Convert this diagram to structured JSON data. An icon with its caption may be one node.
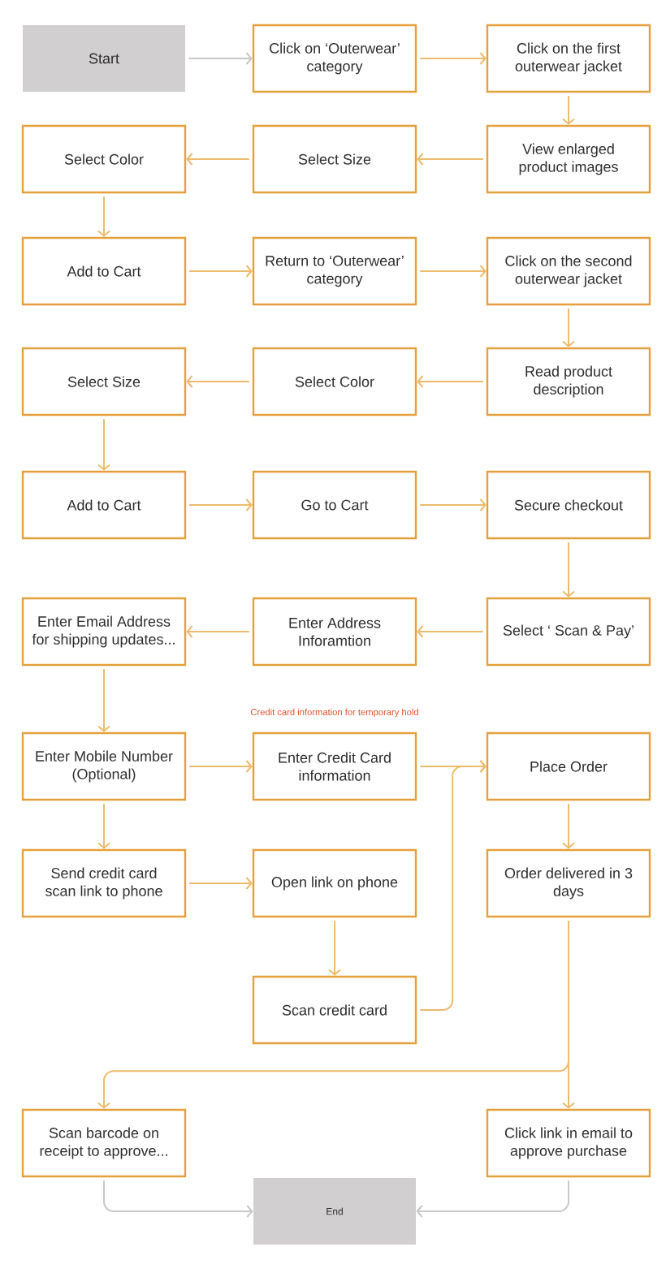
{
  "diagram": {
    "nodes": [
      {
        "text": [
          "Start"
        ]
      },
      {
        "text": [
          "Click on ‘Outerwear’ category"
        ]
      },
      {
        "text": [
          "Click on the first outerwear jacket"
        ]
      },
      {
        "text": [
          "Select Color"
        ]
      },
      {
        "text": [
          "Select Size"
        ]
      },
      {
        "text": [
          "View enlarged product images"
        ]
      },
      {
        "text": [
          "Add to Cart"
        ]
      },
      {
        "text": [
          "Return to ‘Outerwear’ category"
        ]
      },
      {
        "text": [
          "Click on the second outerwear jacket"
        ]
      },
      {
        "text": [
          "Select Size"
        ]
      },
      {
        "text": [
          "Select Color"
        ]
      },
      {
        "text": [
          "Read product description"
        ]
      },
      {
        "text": [
          "Add to Cart"
        ]
      },
      {
        "text": [
          "Go to Cart"
        ]
      },
      {
        "text": [
          "Secure checkout"
        ]
      },
      {
        "text": [
          "Enter Email Address for shipping updates..."
        ]
      },
      {
        "text": [
          "Enter Address Inforamtion"
        ]
      },
      {
        "text": [
          "Select ‘ Scan & Pay’"
        ]
      },
      {
        "text": [
          "Enter Mobile Number (Optional)"
        ]
      },
      {
        "text": [
          "Enter Credit Card information"
        ]
      },
      {
        "text": [
          "Place Order"
        ]
      },
      {
        "text": [
          "Send credit card scan link to phone"
        ]
      },
      {
        "text": [
          "Open link on phone"
        ]
      },
      {
        "text": [
          "Order delivered in 3 days"
        ]
      },
      {
        "text": [
          "Scan credit card"
        ]
      },
      {
        "text": [
          "Scan barcode on receipt to approve..."
        ]
      },
      {
        "text": [
          "Click link in email to approve purchase"
        ]
      },
      {
        "text": [
          "End"
        ]
      }
    ],
    "edges": [
      {
        "from": 0,
        "to": 1,
        "arrow": "to",
        "color": "#c8c8c8"
      },
      {
        "from": 1,
        "to": 2,
        "arrow": "to"
      },
      {
        "from": 2,
        "to": 5,
        "arrow": "to"
      },
      {
        "from": 5,
        "to": 4,
        "arrow": "to"
      },
      {
        "from": 4,
        "to": 3,
        "arrow": "to"
      },
      {
        "from": 3,
        "to": 6,
        "arrow": "to"
      },
      {
        "from": 6,
        "to": 7,
        "arrow": "to"
      },
      {
        "from": 7,
        "to": 8,
        "arrow": "to"
      },
      {
        "from": 8,
        "to": 11,
        "arrow": "to"
      },
      {
        "from": 11,
        "to": 10,
        "arrow": "to"
      },
      {
        "from": 10,
        "to": 9,
        "arrow": "to"
      },
      {
        "from": 9,
        "to": 12,
        "arrow": "to"
      },
      {
        "from": 12,
        "to": 13,
        "arrow": "to"
      },
      {
        "from": 13,
        "to": 14,
        "arrow": "to"
      },
      {
        "from": 14,
        "to": 17,
        "arrow": "to"
      },
      {
        "from": 17,
        "to": 16,
        "arrow": "to"
      },
      {
        "from": 16,
        "to": 15,
        "arrow": "to"
      },
      {
        "from": 15,
        "to": 18,
        "arrow": "to"
      },
      {
        "from": 18,
        "to": 19,
        "arrow": "to"
      },
      {
        "from": 19,
        "to": 20,
        "arrow": "to"
      },
      {
        "from": 18,
        "to": 21,
        "arrow": "to"
      },
      {
        "from": 21,
        "to": 22,
        "arrow": "to"
      },
      {
        "from": 22,
        "to": 24,
        "arrow": "to"
      },
      {
        "from": 24,
        "to": 20,
        "arrow": "to"
      },
      {
        "from": 20,
        "to": 23,
        "arrow": "to"
      },
      {
        "from": 23,
        "to": 25,
        "arrow": "to"
      },
      {
        "from": 23,
        "to": 26,
        "arrow": "to"
      },
      {
        "from": 25,
        "to": 27,
        "arrow": "to",
        "color": "#c8c8c8"
      },
      {
        "from": 26,
        "to": 27,
        "arrow": "to",
        "color": "#c8c8c8"
      }
    ],
    "labels": [
      "Credit card information for temporary hold"
    ]
  }
}
